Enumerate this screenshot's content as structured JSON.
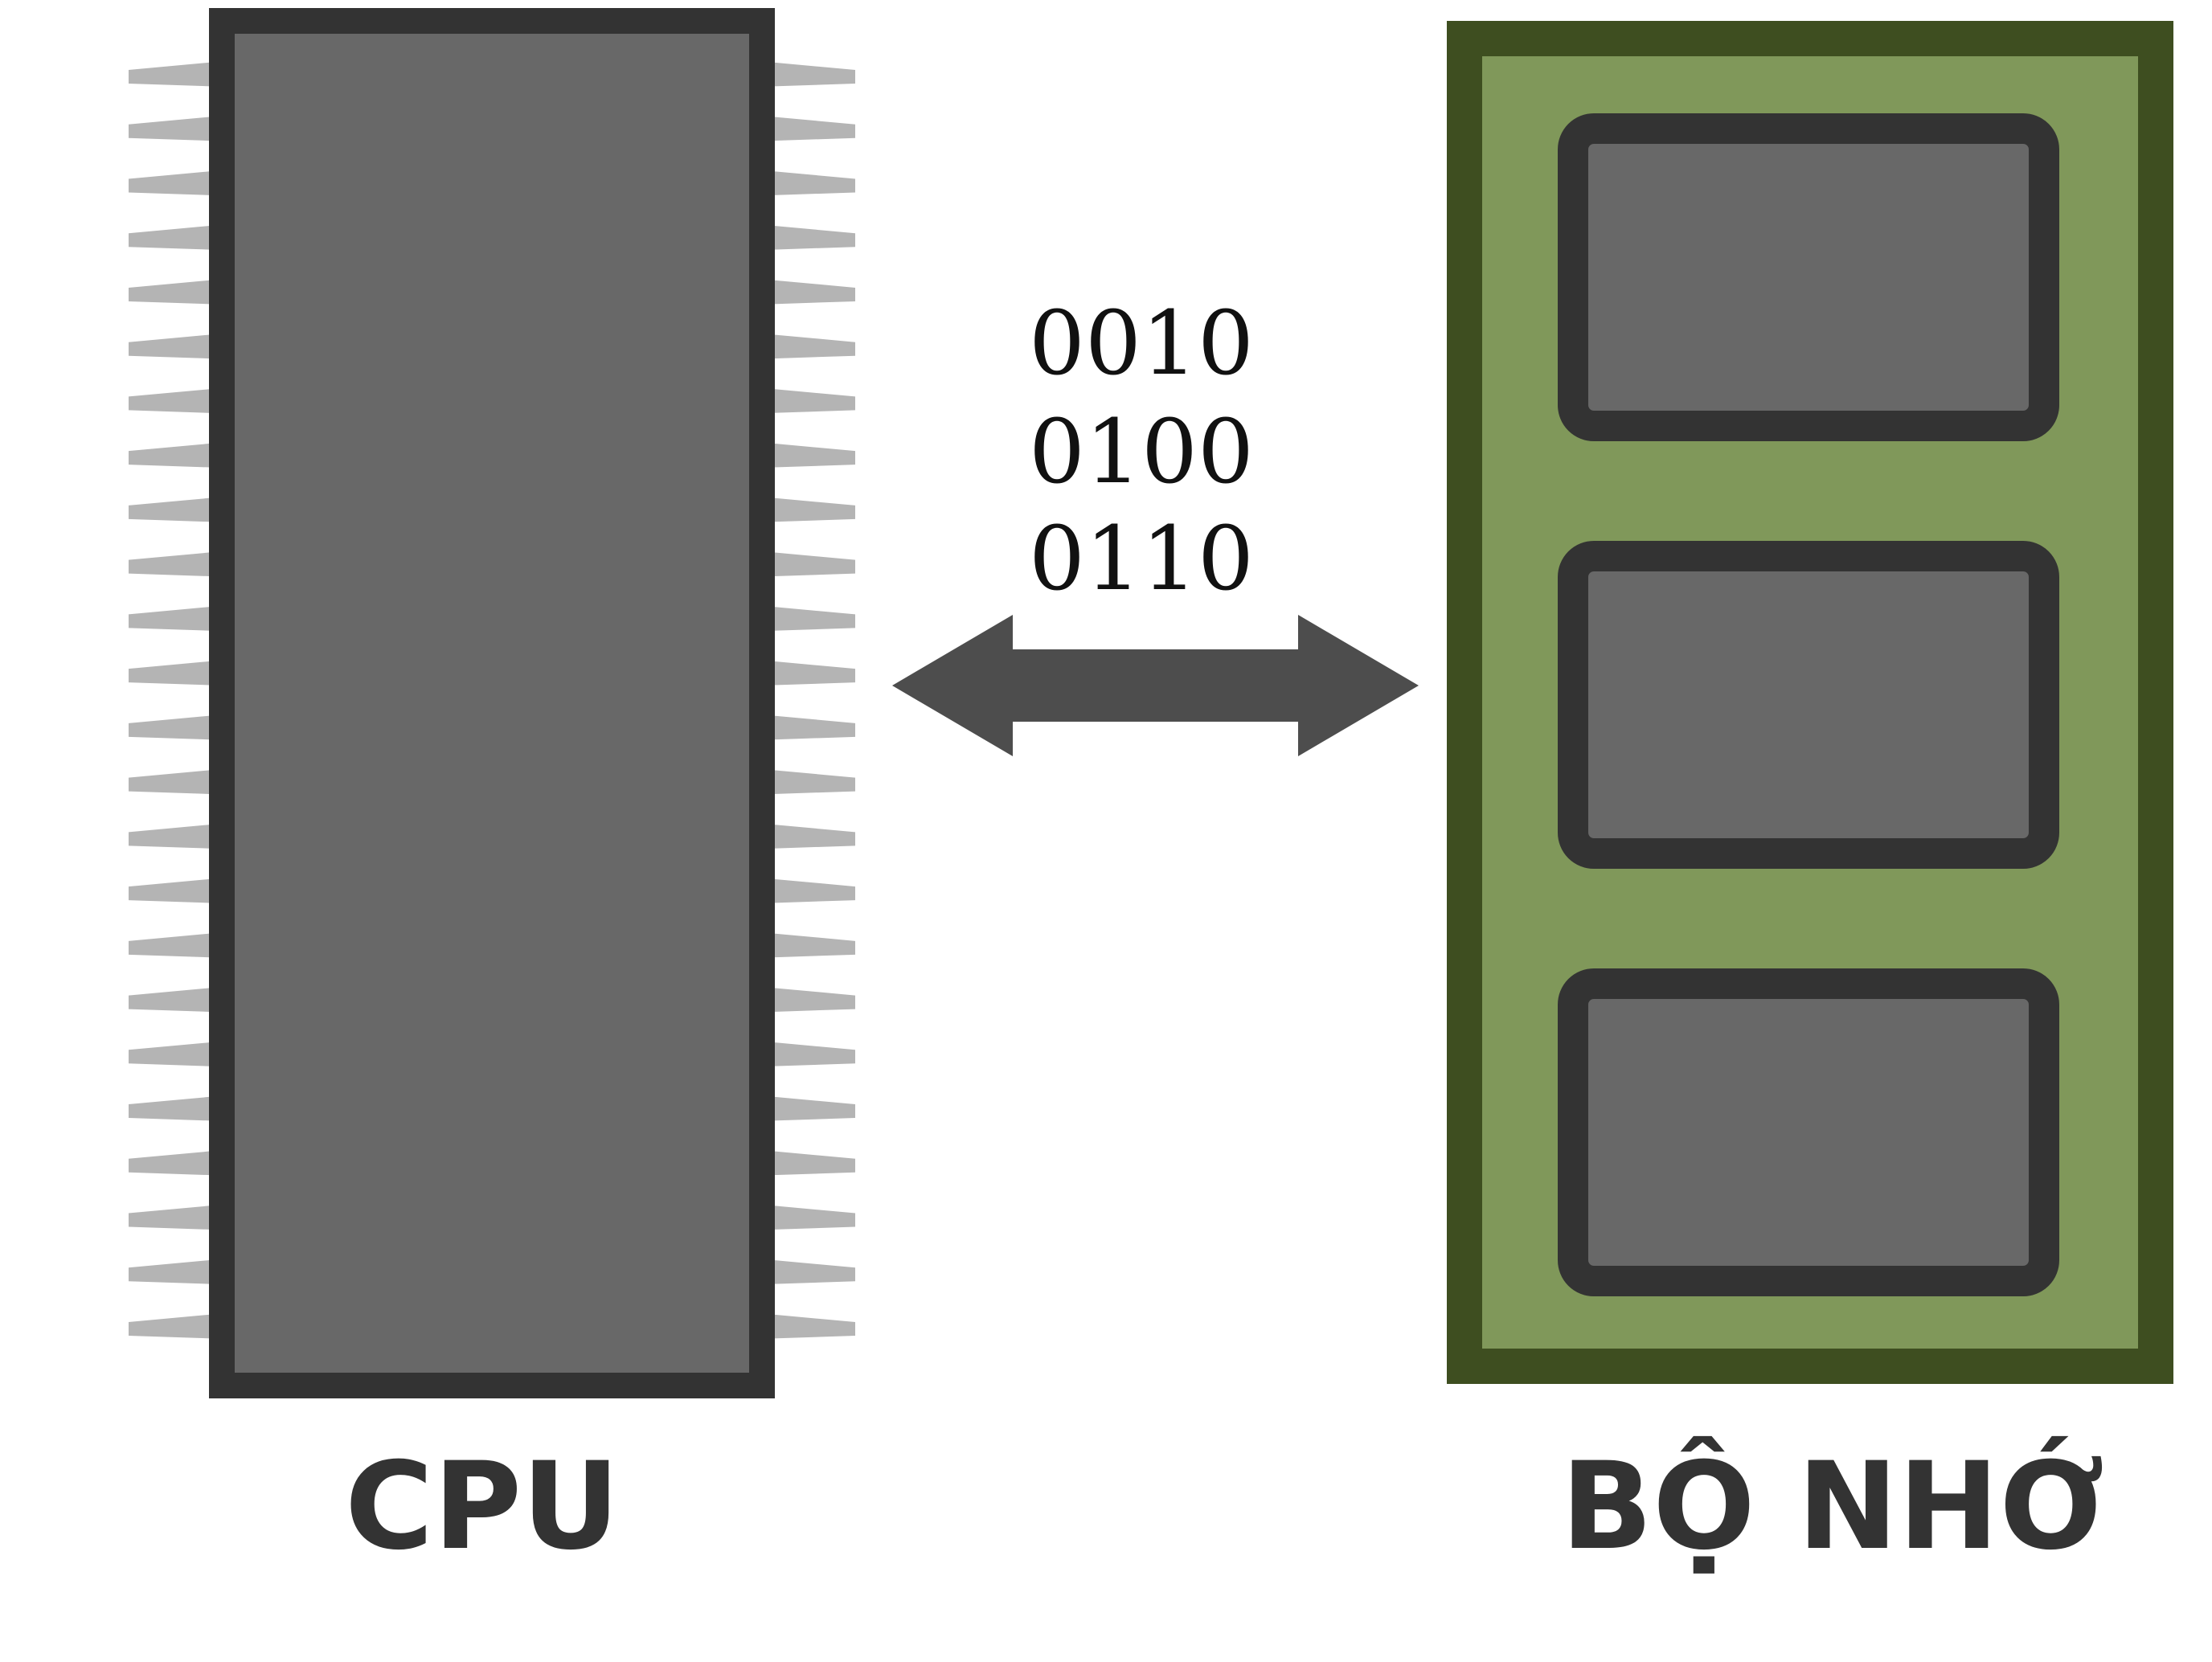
{
  "cpu": {
    "label": "CPU",
    "pins_per_side": 24,
    "body_color": "#686868",
    "border_color": "#333333",
    "pin_color": "#b4b4b4"
  },
  "memory": {
    "label": "BỘ NHỚ",
    "board_color": "#80985a",
    "board_border_color": "#3e4e20",
    "chip_count": 3,
    "chip_color": "#686868",
    "chip_border_color": "#333333"
  },
  "transfer": {
    "bits": [
      "0010",
      "0100",
      "0110"
    ],
    "arrow_color": "#4d4d4d",
    "direction": "bidirectional"
  }
}
